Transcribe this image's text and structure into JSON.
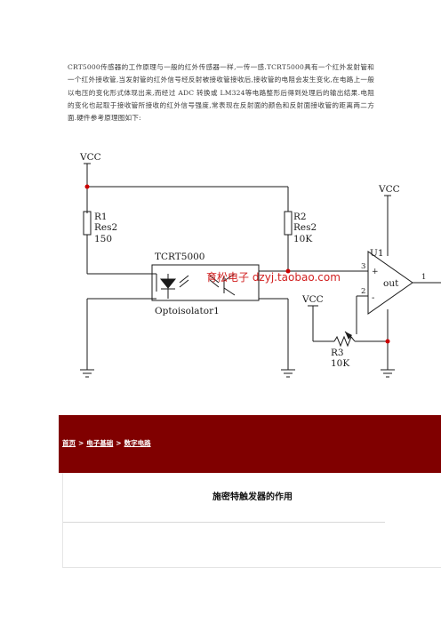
{
  "intro_text": "CRT5000传感器的工作原理与一般的红外传感器一样,一传一感.TCRT5000具有一个红外发射管和一个红外接收管,当发射管的红外信号经反射被接收管接收后,接收管的电阻会发生变化,在电路上一般以电压的变化形式体现出来,而经过 ADC 转换或 LM324等电路整形后得到处理后的输出结果.电阻的变化也起取于接收管所接收的红外信号强度,常表现在反射面的颜色和反射面接收管的距离两二方面.硬件参考原理图如下:",
  "schematic": {
    "vcc_left": "VCC",
    "vcc_right": "VCC",
    "vcc_mid": "VCC",
    "r1_name": "R1",
    "r1_type": "Res2",
    "r1_value": "150",
    "r2_name": "R2",
    "r2_type": "Res2",
    "r2_value": "10K",
    "r3_name": "R3",
    "r3_value": "10K",
    "chip_name": "TCRT5000",
    "chip_label": "Optoisolator1",
    "watermark": "育松电子 dzyj.taobao.com",
    "u1_name": "U1",
    "u1_out": "out",
    "pin3": "3",
    "pin2": "2",
    "pin1": "1",
    "plus": "+",
    "minus": "-"
  },
  "breadcrumb": {
    "home": "首页",
    "cat1": "电子基础",
    "cat2": "数字电路",
    "sep": ">"
  },
  "article_title": "施密特触发器的作用",
  "colors": {
    "banner": "#800000",
    "wire": "#1a1a1a",
    "junction": "#cc0000",
    "watermark": "#d12020"
  }
}
